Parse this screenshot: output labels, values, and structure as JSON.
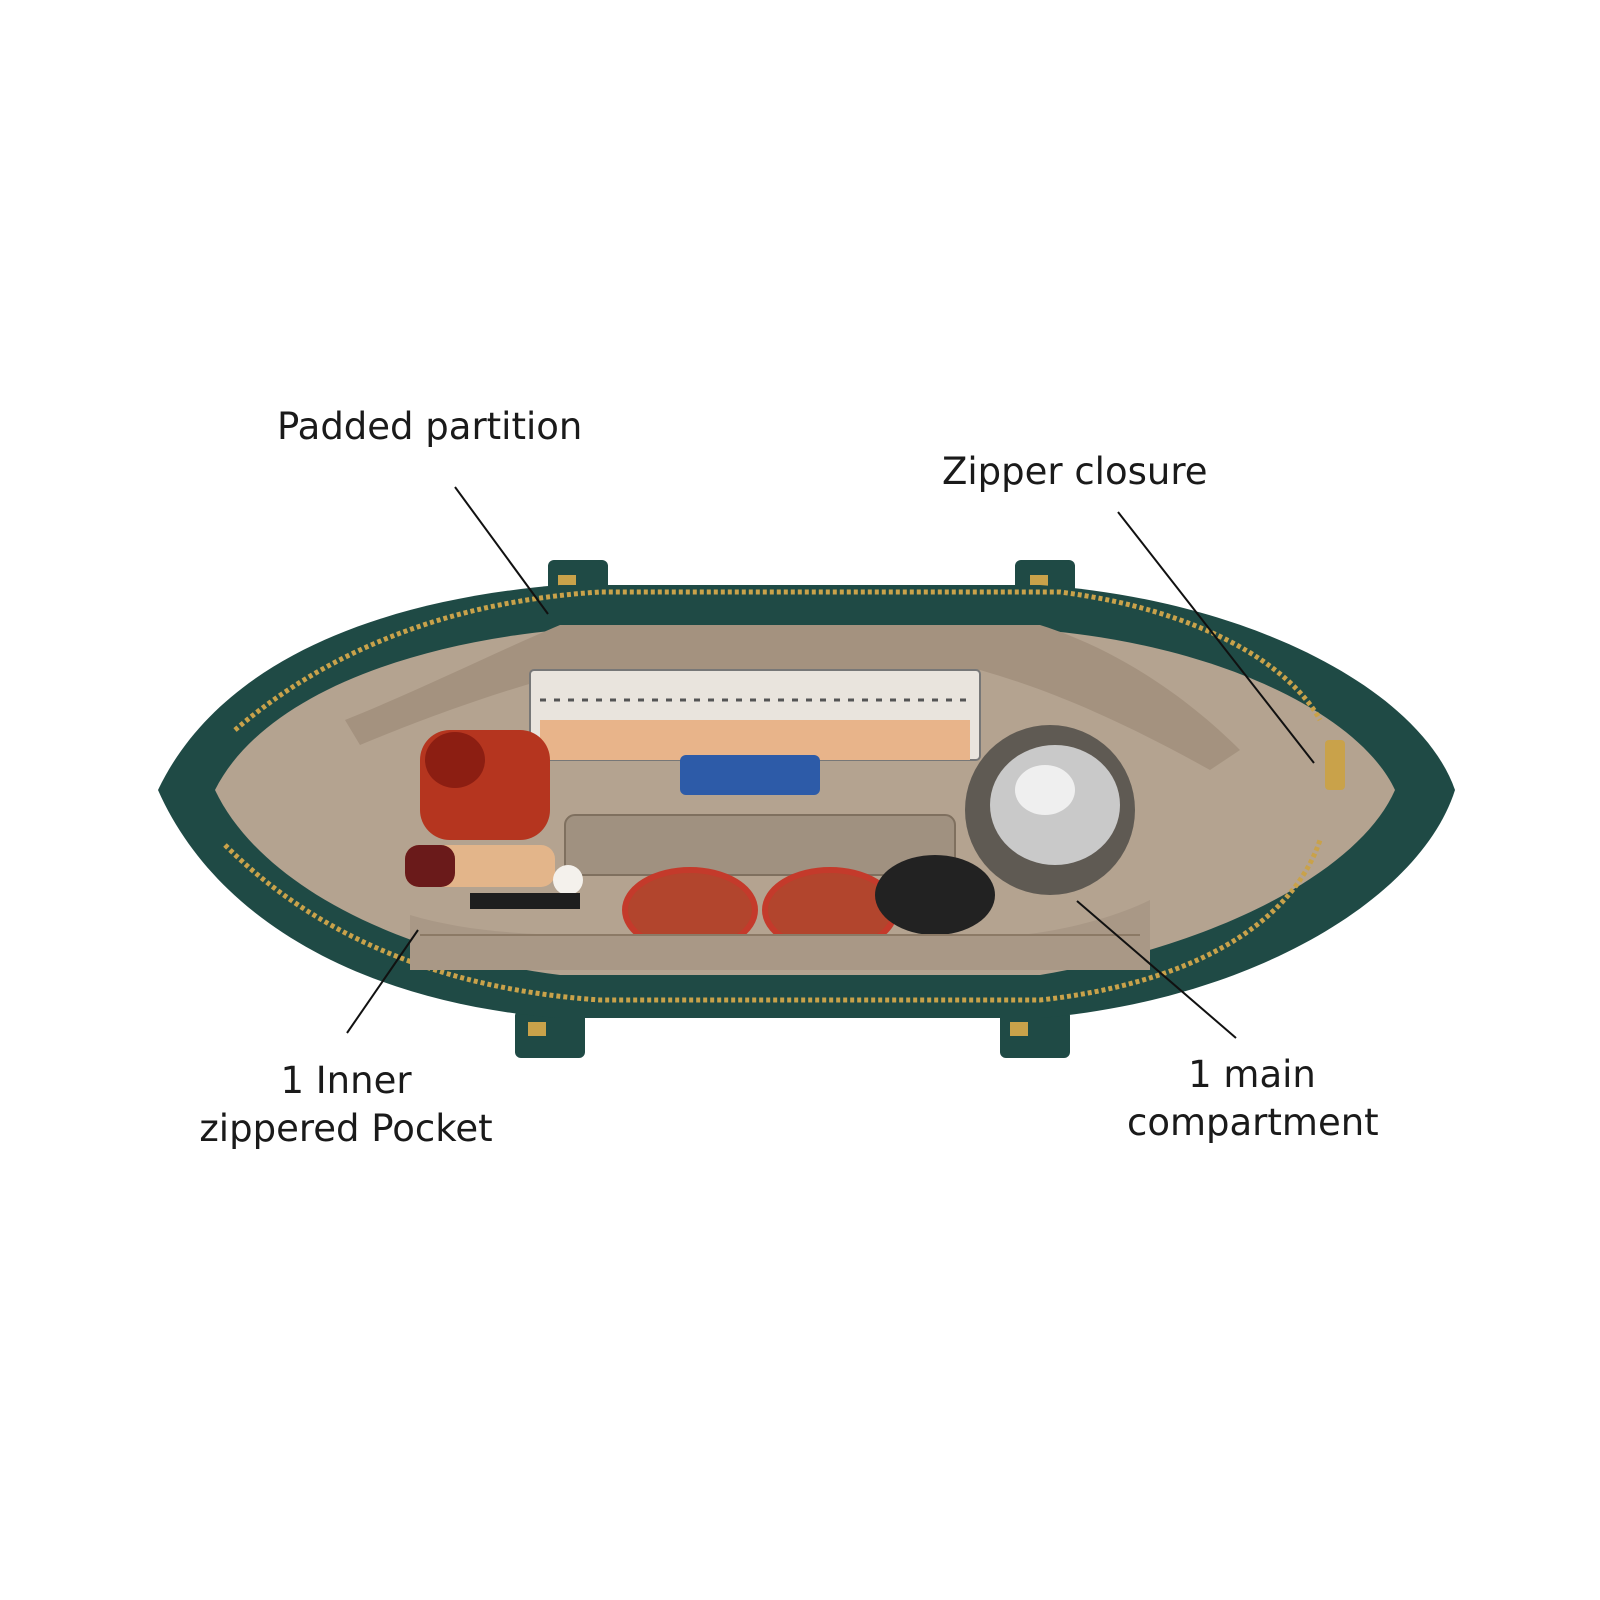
{
  "callouts": {
    "padded_partition": {
      "lines": [
        "Padded partition"
      ]
    },
    "zipper_closure": {
      "lines": [
        "Zipper closure"
      ]
    },
    "inner_pocket": {
      "lines": [
        "1 Inner",
        "zippered Pocket"
      ]
    },
    "main_compartment": {
      "lines": [
        "1 main",
        "compartment"
      ]
    }
  },
  "colors": {
    "leather": "#1f4a45",
    "leather_dark": "#12302c",
    "lining": "#b4a390",
    "lining_dark": "#9a8875",
    "zipper": "#c9a24a",
    "callout_line": "#111111"
  },
  "icons": [
    "handbag-illustration",
    "notebook-icon",
    "phone-icon",
    "bottle-icon",
    "sunglasses-icon",
    "lipstick-icon",
    "wallet-icon",
    "compact-icon",
    "perfume-icon"
  ]
}
